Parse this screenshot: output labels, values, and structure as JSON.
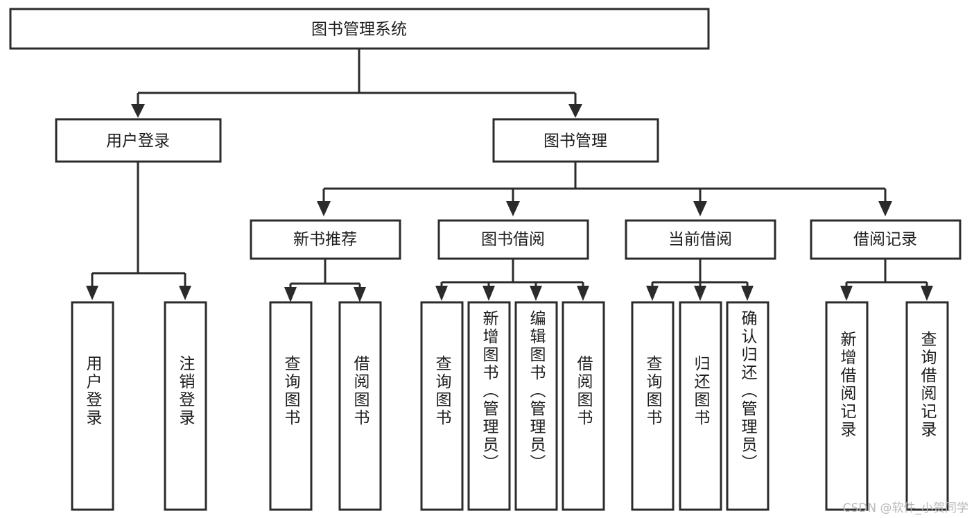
{
  "diagram": {
    "type": "tree-hierarchy-flowchart",
    "title": "图书管理系统",
    "background_color": "#ffffff",
    "line_color": "#2b2b2b",
    "text_color": "#1d1d1d",
    "root": {
      "label": "图书管理系统"
    },
    "level1": [
      {
        "label": "用户登录"
      },
      {
        "label": "图书管理"
      }
    ],
    "level2": [
      {
        "label": "新书推荐"
      },
      {
        "label": "图书借阅"
      },
      {
        "label": "当前借阅"
      },
      {
        "label": "借阅记录"
      }
    ],
    "leaves": {
      "user_login": [
        {
          "label": "用户登录"
        },
        {
          "label": "注销登录"
        }
      ],
      "new_book_recommend": [
        {
          "label": "查询图书"
        },
        {
          "label": "借阅图书"
        }
      ],
      "book_borrow": [
        {
          "label": "查询图书"
        },
        {
          "label": "新增图书（管理员）"
        },
        {
          "label": "编辑图书（管理员）"
        },
        {
          "label": "借阅图书"
        }
      ],
      "current_borrow": [
        {
          "label": "查询图书"
        },
        {
          "label": "归还图书"
        },
        {
          "label": "确认归还（管理员）"
        }
      ],
      "borrow_record": [
        {
          "label": "新增借阅记录"
        },
        {
          "label": "查询借阅记录"
        }
      ]
    },
    "watermark": "CSDN @软件_小贺同学"
  }
}
